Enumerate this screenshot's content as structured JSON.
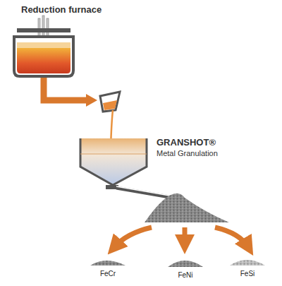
{
  "diagram": {
    "labels": [
      "Reduction furnace",
      "GRANSHOT®",
      "Metal Granulation",
      "FeCr",
      "FeNi",
      "FeSi"
    ]
  }
}
